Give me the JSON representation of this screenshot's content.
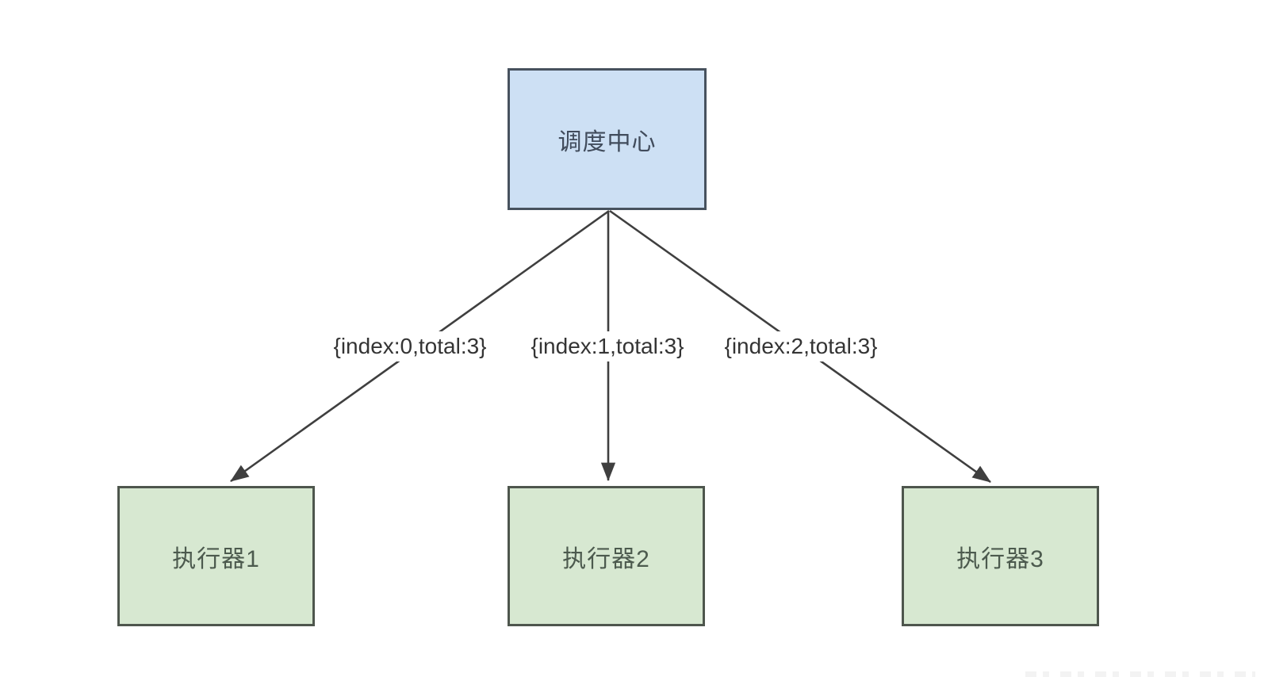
{
  "diagram": {
    "nodes": {
      "scheduler": {
        "label": "调度中心"
      },
      "executors": [
        {
          "label": "执行器1"
        },
        {
          "label": "执行器2"
        },
        {
          "label": "执行器3"
        }
      ]
    },
    "edges": [
      {
        "from": "调度中心",
        "to": "执行器1",
        "label": "{index:0,total:3}"
      },
      {
        "from": "调度中心",
        "to": "执行器2",
        "label": "{index:1,total:3}"
      },
      {
        "from": "调度中心",
        "to": "执行器3",
        "label": "{index:2,total:3}"
      }
    ],
    "colors": {
      "scheduler_fill": "#cde0f4",
      "scheduler_border": "#47525e",
      "scheduler_text": "#414c5c",
      "executor_fill": "#d7e8d1",
      "executor_border": "#4e564d",
      "executor_text": "#4c5a4e",
      "arrow": "#3f3f3f",
      "edge_text": "#343434"
    }
  }
}
